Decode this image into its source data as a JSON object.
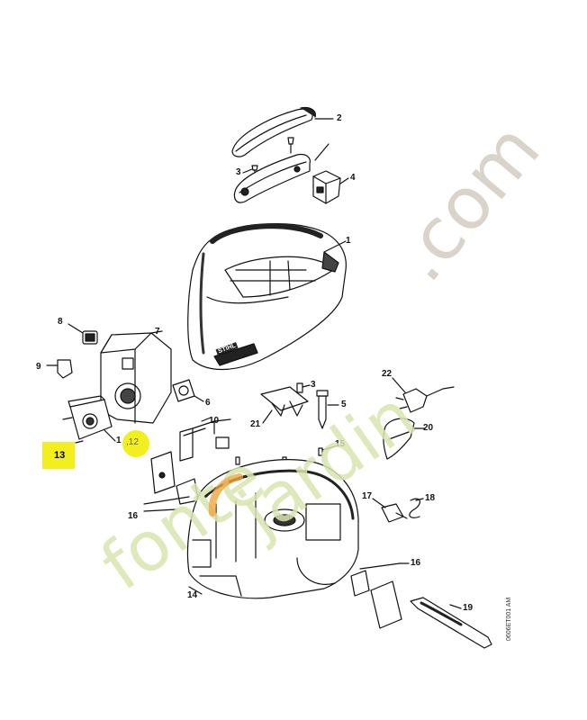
{
  "diagram": {
    "labels": [
      {
        "id": "p1-top",
        "text": "1"
      },
      {
        "id": "p1-bot",
        "text": "1"
      },
      {
        "id": "p2",
        "text": "2"
      },
      {
        "id": "p3-top",
        "text": "3"
      },
      {
        "id": "p3-mid",
        "text": "3"
      },
      {
        "id": "p4",
        "text": "4"
      },
      {
        "id": "p5",
        "text": "5"
      },
      {
        "id": "p6",
        "text": "6"
      },
      {
        "id": "p7",
        "text": "7"
      },
      {
        "id": "p8",
        "text": "8"
      },
      {
        "id": "p9",
        "text": "9"
      },
      {
        "id": "p10",
        "text": "10"
      },
      {
        "id": "p14",
        "text": "14"
      },
      {
        "id": "p15",
        "text": "15"
      },
      {
        "id": "p16-left",
        "text": "16"
      },
      {
        "id": "p16-right",
        "text": "16"
      },
      {
        "id": "p17",
        "text": "17"
      },
      {
        "id": "p18",
        "text": "18"
      },
      {
        "id": "p19",
        "text": "19"
      },
      {
        "id": "p20",
        "text": "20"
      },
      {
        "id": "p21",
        "text": "21"
      },
      {
        "id": "p22",
        "text": "22"
      }
    ],
    "highlighted": [
      {
        "id": "p13",
        "text": "13",
        "shape": "box"
      },
      {
        "id": "p12",
        "text": ",12",
        "shape": "circle"
      }
    ],
    "document_id": "0606ET001 AM",
    "logo_text": "STIHL",
    "highlight_color": "#f3ef1f",
    "watermark": {
      "text_left": "fonte",
      "text_right": "jardin",
      "text_dotcom": ".com",
      "color_green": "#d8e6b0",
      "color_gray": "#d6cfc5",
      "color_orange": "#f0a640"
    }
  }
}
